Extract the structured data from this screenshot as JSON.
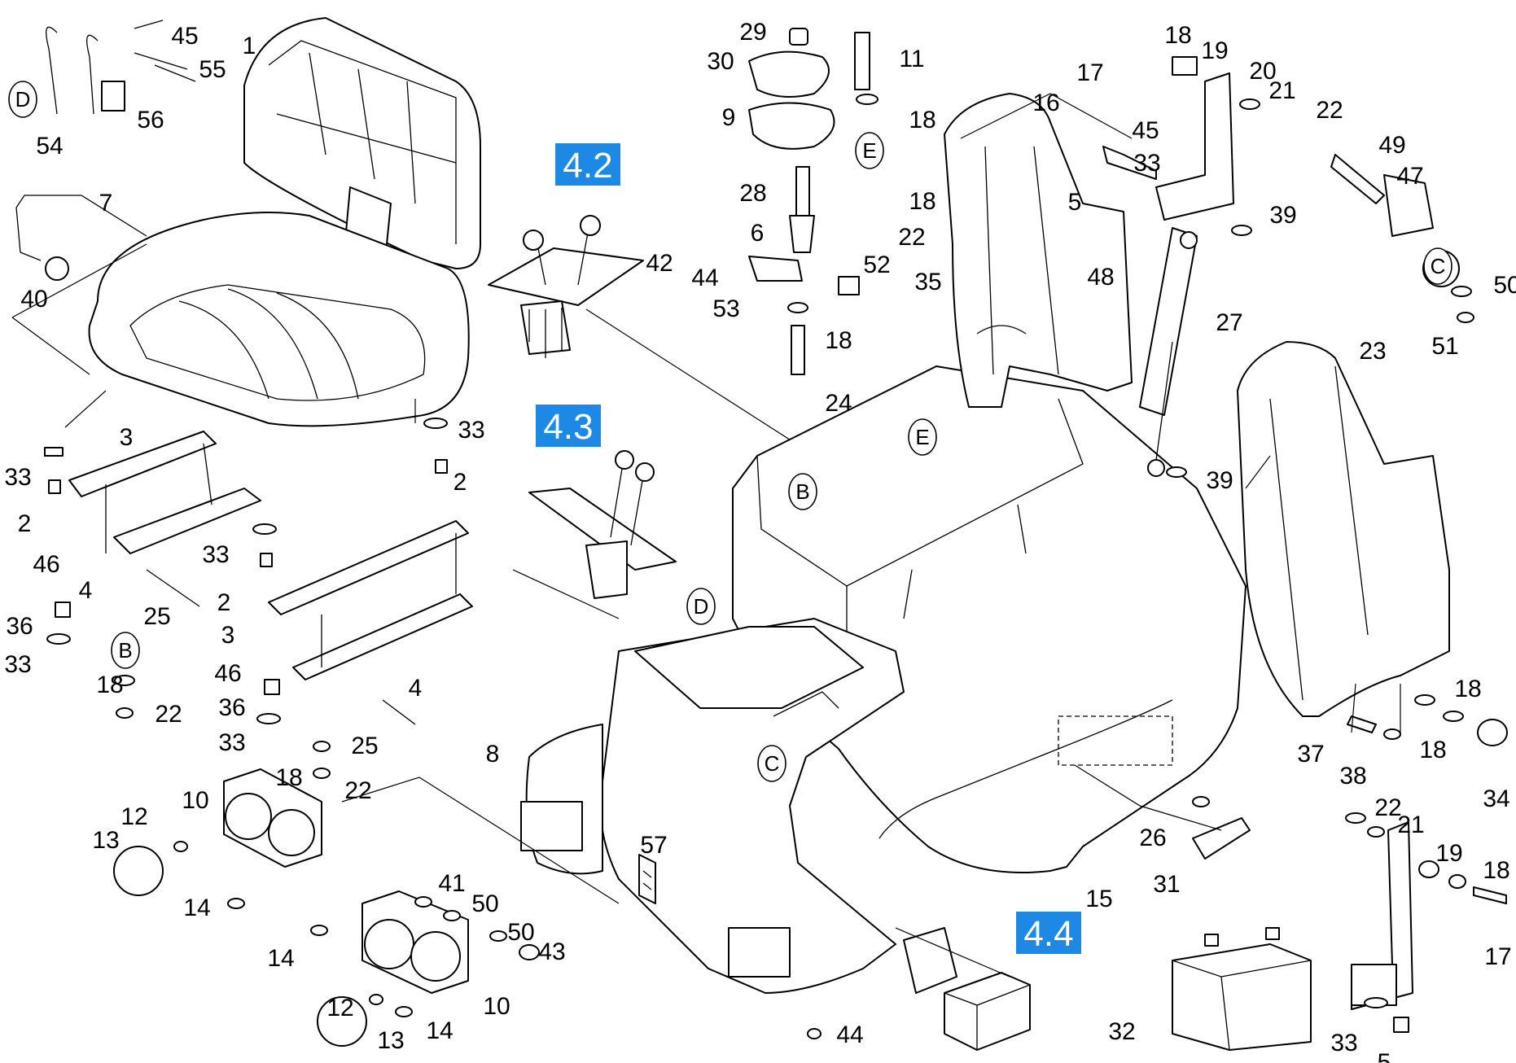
{
  "diagram": {
    "section_badges": [
      "4.2",
      "4.3",
      "4.4"
    ],
    "connection_markers": [
      "D",
      "E",
      "B",
      "C"
    ],
    "part_labels": [
      "1",
      "2",
      "3",
      "4",
      "5",
      "6",
      "7",
      "8",
      "9",
      "10",
      "11",
      "12",
      "13",
      "14",
      "15",
      "16",
      "17",
      "18",
      "19",
      "20",
      "21",
      "22",
      "23",
      "24",
      "25",
      "26",
      "27",
      "28",
      "29",
      "30",
      "31",
      "32",
      "33",
      "34",
      "35",
      "36",
      "37",
      "38",
      "39",
      "40",
      "41",
      "42",
      "43",
      "44",
      "45",
      "46",
      "47",
      "48",
      "49",
      "50",
      "51",
      "52",
      "53",
      "54",
      "55",
      "56",
      "57"
    ]
  }
}
